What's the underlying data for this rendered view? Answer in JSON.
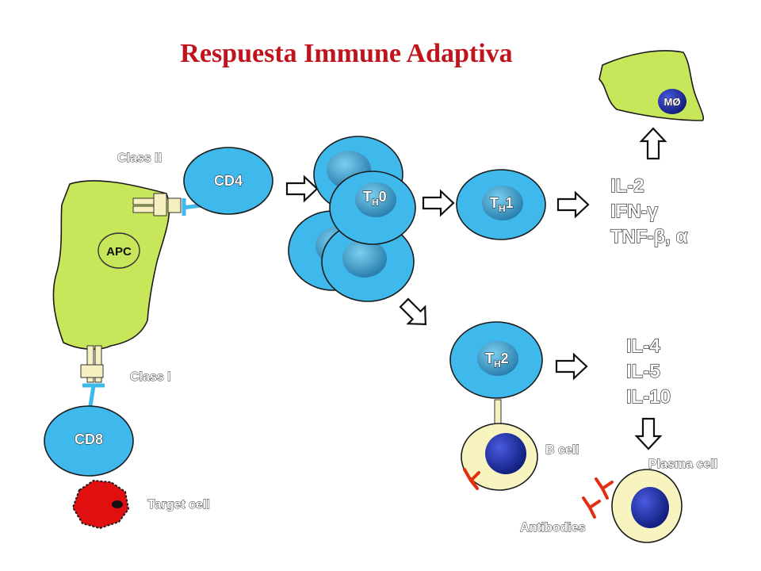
{
  "title": "Respuesta  Immune Adaptiva",
  "labels": {
    "class_ii": "Class  II",
    "class_i": "Class  I",
    "apc": "APC",
    "cd4": "CD4",
    "cd8": "CD8",
    "target_cell": "Target cell",
    "th0": {
      "main": "T",
      "sub": "H",
      "num": "0"
    },
    "th1": {
      "main": "T",
      "sub": "H",
      "num": "1"
    },
    "th2": {
      "main": "T",
      "sub": "H",
      "num": "2"
    },
    "macrophage": "MØ",
    "b_cell": "B cell",
    "plasma_cell": "Plasma cell",
    "antibodies": "Antibodies"
  },
  "cytokines_th1": [
    "IL-2",
    "IFN-γ",
    "TNF-β, α"
  ],
  "cytokines_th2": [
    "IL-4",
    "IL-5",
    "IL-10"
  ],
  "colors": {
    "title": "#c0141c",
    "t_cell": "#3fb8ec",
    "t_cell_nucleus": "#2c8fbf",
    "apc": "#c8e65a",
    "b_cell": "#f8f4c0",
    "nucleus_dark": "#1f2f9a",
    "target": "#e01010",
    "antibody": "#e03010"
  }
}
